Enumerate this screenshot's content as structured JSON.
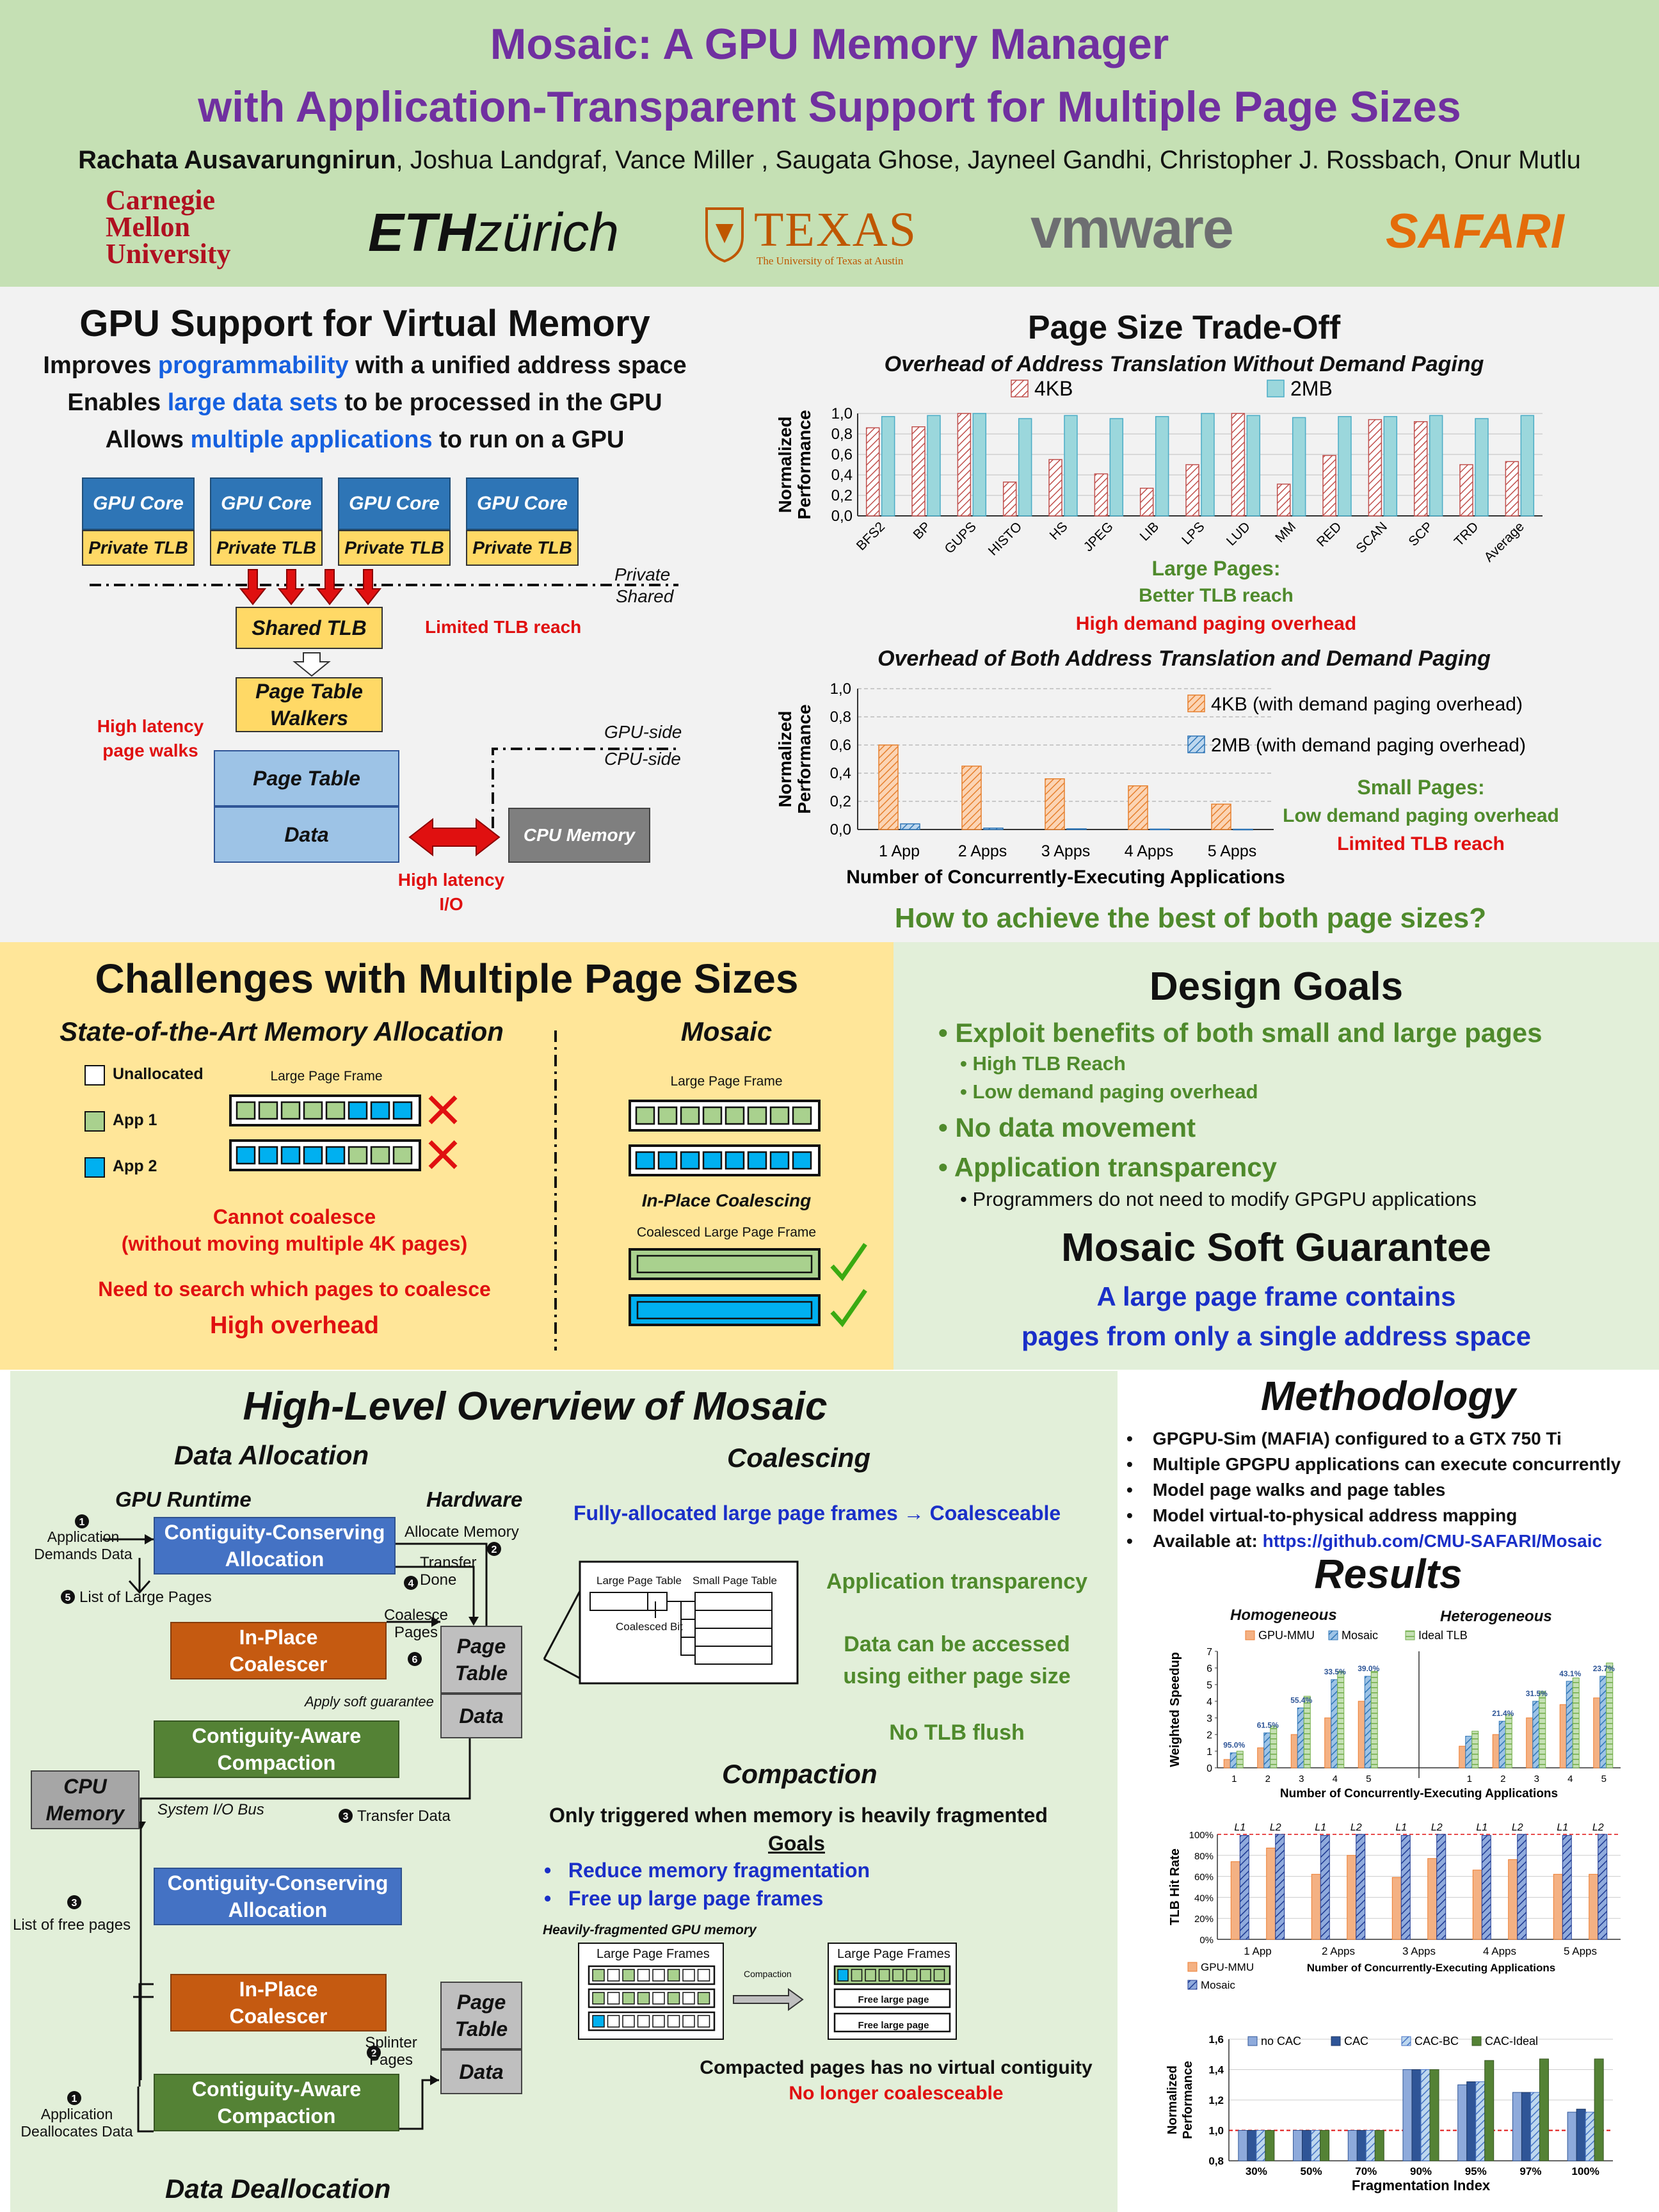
{
  "header": {
    "title_line1": "Mosaic: A GPU Memory Manager",
    "title_line2": "with Application-Transparent Support for Multiple Page Sizes",
    "first_author": "Rachata Ausavarungnirun",
    "other_authors": ", Joshua Landgraf, Vance Miller , Saugata Ghose, Jayneel Gandhi, Christopher J. Rossbach, Onur Mutlu",
    "logos": {
      "cmu": [
        "Carnegie",
        "Mellon",
        "University"
      ],
      "eth_bold": "ETH",
      "eth_light": "zürich",
      "texas": "TEXAS",
      "texas_sub": "The University of Texas at Austin",
      "vmware": "vmware",
      "safari": "SAFARI"
    }
  },
  "gpu_support": {
    "title": "GPU Support for Virtual Memory",
    "lines": [
      {
        "pre": "Improves ",
        "hl": "programmability",
        "post": " with a unified address space"
      },
      {
        "pre": "Enables ",
        "hl": "large data sets",
        "post": " to be processed in the GPU"
      },
      {
        "pre": "Allows ",
        "hl": "multiple applications",
        "post": " to run on a GPU"
      }
    ],
    "cores": [
      "GPU Core",
      "GPU Core",
      "GPU Core",
      "GPU Core"
    ],
    "private_tlbs": [
      "Private TLB",
      "Private TLB",
      "Private TLB",
      "Private TLB"
    ],
    "private_label": "Private",
    "shared_label": "Shared",
    "shared_tlb": "Shared TLB",
    "limited_reach": "Limited TLB reach",
    "ptw": "Page Table Walkers",
    "high_latency_walks": [
      "High latency",
      "page walks"
    ],
    "page_table": "Page Table",
    "data": "Data",
    "gpu_side": "GPU-side",
    "cpu_side": "CPU-side",
    "cpu_memory": "CPU Memory",
    "high_latency_io": [
      "High latency",
      "I/O"
    ]
  },
  "tradeoff": {
    "title": "Page Size Trade-Off",
    "large_pages": [
      "Large Pages:",
      "Better TLB reach",
      "High demand paging overhead"
    ],
    "small_pages": [
      "Small Pages:",
      "Low demand paging overhead",
      "Limited TLB reach"
    ],
    "question": "How to achieve the best of both page sizes?"
  },
  "challenges": {
    "title": "Challenges with Multiple Page Sizes",
    "sota": "State-of-the-Art Memory Allocation",
    "mosaic": "Mosaic",
    "legend": [
      "Unallocated",
      "App 1",
      "App 2"
    ],
    "large_frame": "Large Page Frame",
    "inplace": "In-Place Coalescing",
    "coalesced_frame": "Coalesced Large Page Frame",
    "cannot": [
      "Cannot coalesce",
      "(without moving multiple 4K pages)"
    ],
    "need_search": "Need to search which pages to coalesce",
    "high_overhead": "High overhead"
  },
  "design_goals": {
    "title": "Design Goals",
    "g1": "Exploit benefits of both small and large pages",
    "g1a": "High TLB Reach",
    "g1b": "Low demand paging overhead",
    "g2": "No data movement",
    "g3": "Application transparency",
    "g3a": "Programmers do not need to modify GPGPU applications",
    "soft_title": "Mosaic Soft Guarantee",
    "soft_l1": "A large page frame contains",
    "soft_l2": "pages from only a single address space"
  },
  "overview": {
    "title": "High-Level Overview of Mosaic",
    "data_alloc": "Data Allocation",
    "data_dealloc": "Data Deallocation",
    "gpu_runtime": "GPU Runtime",
    "hardware": "Hardware",
    "ccon": [
      "Contiguity-Conserving",
      "Allocation"
    ],
    "inplace": [
      "In-Place",
      "Coalescer"
    ],
    "caware": [
      "Contiguity-Aware",
      "Compaction"
    ],
    "cpu_mem": [
      "CPU",
      "Memory"
    ],
    "page_table": [
      "Page",
      "Table"
    ],
    "data": "Data",
    "app_demands": [
      "Application",
      "Demands Data"
    ],
    "list_large": "List of Large Pages",
    "alloc_mem": "Allocate Memory",
    "transfer_done": [
      "Transfer",
      "Done"
    ],
    "coalesce_pages": [
      "Coalesce",
      "Pages"
    ],
    "apply_soft": "Apply soft guarantee",
    "system_io": "System I/O Bus",
    "transfer_data": "Transfer Data",
    "list_free": "List of free pages",
    "splinter": [
      "Splinter",
      "Pages"
    ],
    "app_dealloc": [
      "Application",
      "Deallocates Data"
    ],
    "nums": [
      "1",
      "2",
      "3",
      "4",
      "5",
      "6"
    ],
    "coalescing_title": "Coalescing",
    "fully_alloc": "Fully-allocated large page frames → Coalesceable",
    "lpt": "Large Page Table",
    "spt": "Small Page Table",
    "cbit": "Coalesced Bit",
    "app_trans": "Application transparency",
    "either": [
      "Data can be accessed",
      "using either page size"
    ],
    "no_flush": "No TLB flush",
    "compaction_title": "Compaction",
    "only_trig": "Only triggered when memory is heavily fragmented",
    "goals": "Goals",
    "goal1": "Reduce memory fragmentation",
    "goal2": "Free up large page frames",
    "heavily": "Heavily-fragmented GPU memory",
    "lpf": "Large Page Frames",
    "compaction_arrow": "Compaction",
    "free_large": "Free large page",
    "compacted_note": "Compacted pages has no virtual contiguity",
    "no_longer": "No longer coalesceable"
  },
  "methodology": {
    "title": "Methodology",
    "items": [
      "GPGPU-Sim (MAFIA) configured to a GTX 750 Ti",
      "Multiple GPGPU applications can execute concurrently",
      "Model page walks and page tables",
      "Model virtual-to-physical address mapping"
    ],
    "avail_pre": "Available at: ",
    "avail_link": "https://github.com/CMU-SAFARI/Mosaic",
    "results_title": "Results"
  },
  "colors": {
    "purple": "#7030a0",
    "header_green": "#c5e0b4",
    "yellow": "#ffe699",
    "light_green": "#e2efd9",
    "red": "#e01010",
    "blue": "#1560e0"
  },
  "chart_data": [
    {
      "type": "bar",
      "title": "Overhead of Address Translation Without Demand Paging",
      "ylabel": "Normalized Performance",
      "ylim": [
        0,
        1.0
      ],
      "yticks": [
        "0,0",
        "0,2",
        "0,4",
        "0,6",
        "0,8",
        "1,0"
      ],
      "categories": [
        "BFS2",
        "BP",
        "GUPS",
        "HISTO",
        "HS",
        "JPEG",
        "LIB",
        "LPS",
        "LUD",
        "MM",
        "RED",
        "SCAN",
        "SCP",
        "TRD",
        "Average"
      ],
      "series": [
        {
          "name": "4KB",
          "values": [
            0.86,
            0.87,
            1.0,
            0.33,
            0.55,
            0.41,
            0.27,
            0.5,
            1.0,
            0.31,
            0.59,
            0.94,
            0.92,
            0.5,
            0.53
          ]
        },
        {
          "name": "2MB",
          "values": [
            0.97,
            0.98,
            1.0,
            0.95,
            0.98,
            0.95,
            0.97,
            1.0,
            0.98,
            0.96,
            0.97,
            0.97,
            0.98,
            0.95,
            0.98
          ]
        }
      ],
      "grid": true,
      "legend": "top"
    },
    {
      "type": "bar",
      "title": "Overhead of Both Address Translation and Demand Paging",
      "xlabel": "Number of Concurrently-Executing Applications",
      "ylabel": "Normalized Performance",
      "ylim": [
        0,
        1.0
      ],
      "yticks": [
        "0,0",
        "0,2",
        "0,4",
        "0,6",
        "0,8",
        "1,0"
      ],
      "categories": [
        "1 App",
        "2 Apps",
        "3 Apps",
        "4 Apps",
        "5 Apps"
      ],
      "series": [
        {
          "name": "4KB (with demand paging overhead)",
          "values": [
            0.6,
            0.45,
            0.36,
            0.31,
            0.18
          ]
        },
        {
          "name": "2MB (with demand paging overhead)",
          "values": [
            0.04,
            0.01,
            0.005,
            0.003,
            0.002
          ]
        }
      ],
      "grid": true,
      "legend": "right"
    },
    {
      "type": "bar",
      "xlabel": "Number of Concurrently-Executing Applications",
      "ylabel": "Weighted Speedup",
      "ylim": [
        0,
        7
      ],
      "yticks": [
        "0",
        "1",
        "2",
        "3",
        "4",
        "5",
        "6",
        "7"
      ],
      "groups": [
        "Homogeneous",
        "Heterogeneous"
      ],
      "categories": [
        "1",
        "2",
        "3",
        "4",
        "5",
        "1",
        "2",
        "3",
        "4",
        "5"
      ],
      "series": [
        {
          "name": "GPU-MMU",
          "values": [
            0.5,
            1.2,
            2.0,
            3.0,
            4.0,
            1.3,
            2.0,
            3.0,
            3.8,
            4.2
          ]
        },
        {
          "name": "Mosaic",
          "values": [
            0.9,
            2.1,
            3.6,
            5.3,
            5.5,
            1.9,
            2.8,
            4.0,
            5.2,
            5.5
          ]
        },
        {
          "name": "Ideal TLB",
          "values": [
            1.0,
            2.5,
            4.3,
            5.8,
            5.8,
            2.2,
            3.2,
            4.6,
            5.4,
            6.3
          ]
        }
      ],
      "annotations": [
        "95.0%",
        "61.5%",
        "55.4%",
        "33.5%",
        "39.0%",
        "21.4%",
        "31.5%",
        "43.1%",
        "23.7%"
      ],
      "legend": "top"
    },
    {
      "type": "bar",
      "xlabel": "Number of Concurrently-Executing Applications",
      "ylabel": "TLB Hit Rate",
      "ylim": [
        0,
        100
      ],
      "yticks": [
        "0%",
        "20%",
        "40%",
        "60%",
        "80%",
        "100%"
      ],
      "categories": [
        "1 App",
        "2 Apps",
        "3 Apps",
        "4 Apps",
        "5 Apps"
      ],
      "bar_labels": [
        "L1",
        "L2"
      ],
      "series": [
        {
          "name": "GPU-MMU",
          "values": [
            74,
            87,
            62,
            80,
            59,
            77,
            66,
            76,
            62,
            62
          ]
        },
        {
          "name": "Mosaic",
          "values": [
            99,
            100,
            99,
            100,
            99,
            100,
            99,
            100,
            99,
            100
          ]
        }
      ],
      "legend": "bottom-left"
    },
    {
      "type": "bar",
      "xlabel": "Fragmentation Index",
      "ylabel": "Normalized Performance",
      "ylim": [
        0.8,
        1.6
      ],
      "yticks": [
        "0,8",
        "1,0",
        "1,2",
        "1,4",
        "1,6"
      ],
      "categories": [
        "30%",
        "50%",
        "70%",
        "90%",
        "95%",
        "97%",
        "100%"
      ],
      "series": [
        {
          "name": "no CAC",
          "values": [
            1.0,
            1.0,
            1.0,
            1.4,
            1.3,
            1.25,
            1.12
          ]
        },
        {
          "name": "CAC",
          "values": [
            1.0,
            1.0,
            1.0,
            1.4,
            1.32,
            1.25,
            1.14
          ]
        },
        {
          "name": "CAC-BC",
          "values": [
            1.0,
            1.0,
            1.0,
            1.4,
            1.32,
            1.25,
            1.12
          ]
        },
        {
          "name": "CAC-Ideal",
          "values": [
            1.0,
            1.0,
            1.0,
            1.4,
            1.46,
            1.47,
            1.47
          ]
        }
      ],
      "legend": "top"
    }
  ]
}
